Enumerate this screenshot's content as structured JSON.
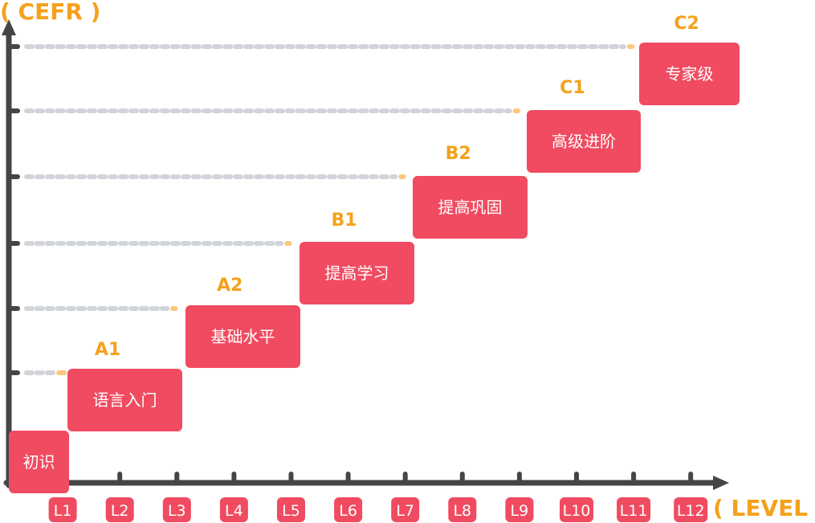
{
  "axes": {
    "y_title": "( CEFR )",
    "x_title": "( LEVEL )"
  },
  "colors": {
    "axis": "#454545",
    "box": "#f04b61",
    "accent": "#f5a11c",
    "dash_gray": "#d1d5da",
    "dash_orange": "#fbc77a"
  },
  "chart_data": {
    "type": "step",
    "levels": [
      "L1",
      "L2",
      "L3",
      "L4",
      "L5",
      "L6",
      "L7",
      "L8",
      "L9",
      "L10",
      "L11",
      "L12"
    ],
    "cefr": [
      {
        "label": "A1",
        "level": 1
      },
      {
        "label": "A2",
        "level": 3
      },
      {
        "label": "B1",
        "level": 5
      },
      {
        "label": "B2",
        "level": 7
      },
      {
        "label": "C1",
        "level": 9
      },
      {
        "label": "C2",
        "level": 11
      }
    ],
    "stages": [
      {
        "label": "初识",
        "from": 0,
        "to": 1,
        "step": 0
      },
      {
        "label": "语言入门",
        "from": 1,
        "to": 3,
        "step": 1
      },
      {
        "label": "基础水平",
        "from": 3,
        "to": 5,
        "step": 2
      },
      {
        "label": "提高学习",
        "from": 5,
        "to": 7,
        "step": 3
      },
      {
        "label": "提高巩固",
        "from": 7,
        "to": 9,
        "step": 4
      },
      {
        "label": "高级进阶",
        "from": 9,
        "to": 11,
        "step": 5
      },
      {
        "label": "专家级",
        "from": 11,
        "to": 12,
        "step": 6
      }
    ]
  }
}
